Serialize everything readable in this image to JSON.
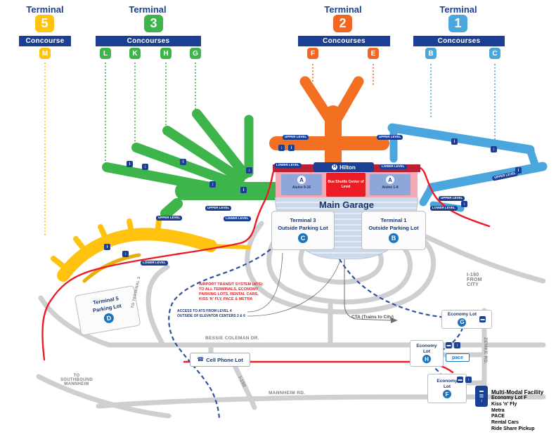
{
  "header": {
    "terminals": [
      {
        "name": "Terminal",
        "number": "5",
        "concourse_label": "Concourse",
        "letters": [
          "M"
        ]
      },
      {
        "name": "Terminal",
        "number": "3",
        "concourse_label": "Concourses",
        "letters": [
          "L",
          "K",
          "H",
          "G"
        ]
      },
      {
        "name": "Terminal",
        "number": "2",
        "concourse_label": "Concourses",
        "letters": [
          "F",
          "E"
        ]
      },
      {
        "name": "Terminal",
        "number": "1",
        "concourse_label": "Concourses",
        "letters": [
          "B",
          "C"
        ]
      }
    ]
  },
  "garage": {
    "title": "Main Garage",
    "hotel": "Hilton",
    "hotel_initial": "H",
    "shuttle": "Bus Shuttle Center of Level",
    "aisle_badge": "A",
    "aisles_left": "Aisles 9-16",
    "aisles_right": "Aisles 1-8"
  },
  "parking": {
    "t3": {
      "name": "Terminal 3",
      "sub": "Outside Parking Lot",
      "badge": "C"
    },
    "t1": {
      "name": "Terminal 1",
      "sub": "Outside Parking Lot",
      "badge": "B"
    },
    "t5": {
      "name": "Terminal 5",
      "sub": "Parking Lot",
      "badge": "D"
    },
    "cell_phone": "Cell Phone Lot"
  },
  "economy": {
    "g": {
      "line1": "Economy Lot",
      "badge": "G"
    },
    "h": {
      "line1": "Economy",
      "line2": "Lot",
      "badge": "H"
    },
    "f": {
      "line1": "Economy",
      "line2": "Lot",
      "badge": "F"
    },
    "pace": "pace"
  },
  "multi_modal": {
    "title": "Multi-Modal Facility",
    "items": [
      "Economy Lot F",
      "Kiss 'n' Fly",
      "Metra",
      "PACE",
      "Rental Cars",
      "Ride Share Pickup"
    ]
  },
  "notes": {
    "ats": "AIRPORT TRANSIT SYSTEM (ATS):\nTO ALL TERMINALS, ECONOMY\nPARKING LOTS, RENTAL CARS,\nKISS 'N' FLY, PACE & METRA",
    "access": "ACCESS TO ATS FROM LEVEL 4\nOUTSIDE OF ELEVATOR CENTERS 2 & 6",
    "cta": "CTA (Trains to City)"
  },
  "roads": {
    "bessie": "BESSIE COLEMAN DR.",
    "mannheim": "MANNHEIM RD.",
    "i190_line1": "I-190",
    "i190_line2": "FROM",
    "i190_line3": "CITY",
    "i190_short": "I-190",
    "zemke": "ZEMKE RD.",
    "to_southbound": "TO\nSOUTHBOUND\nMANNHEIM",
    "to_terminal5": "TO TERMINAL 5"
  },
  "levels": {
    "upper": "UPPER LEVEL",
    "lower": "LOWER LEVEL"
  },
  "icons": {
    "info": "i",
    "elevator": "↕",
    "bus": "▬",
    "train": "▥",
    "phone": "☎"
  },
  "colors": {
    "navy": "#1B3F94",
    "yellow": "#FFC20E",
    "green": "#3CB54A",
    "orange": "#F26522",
    "blue": "#4BA6DD",
    "red": "#EC1C24",
    "badge_blue": "#1C75BC"
  }
}
